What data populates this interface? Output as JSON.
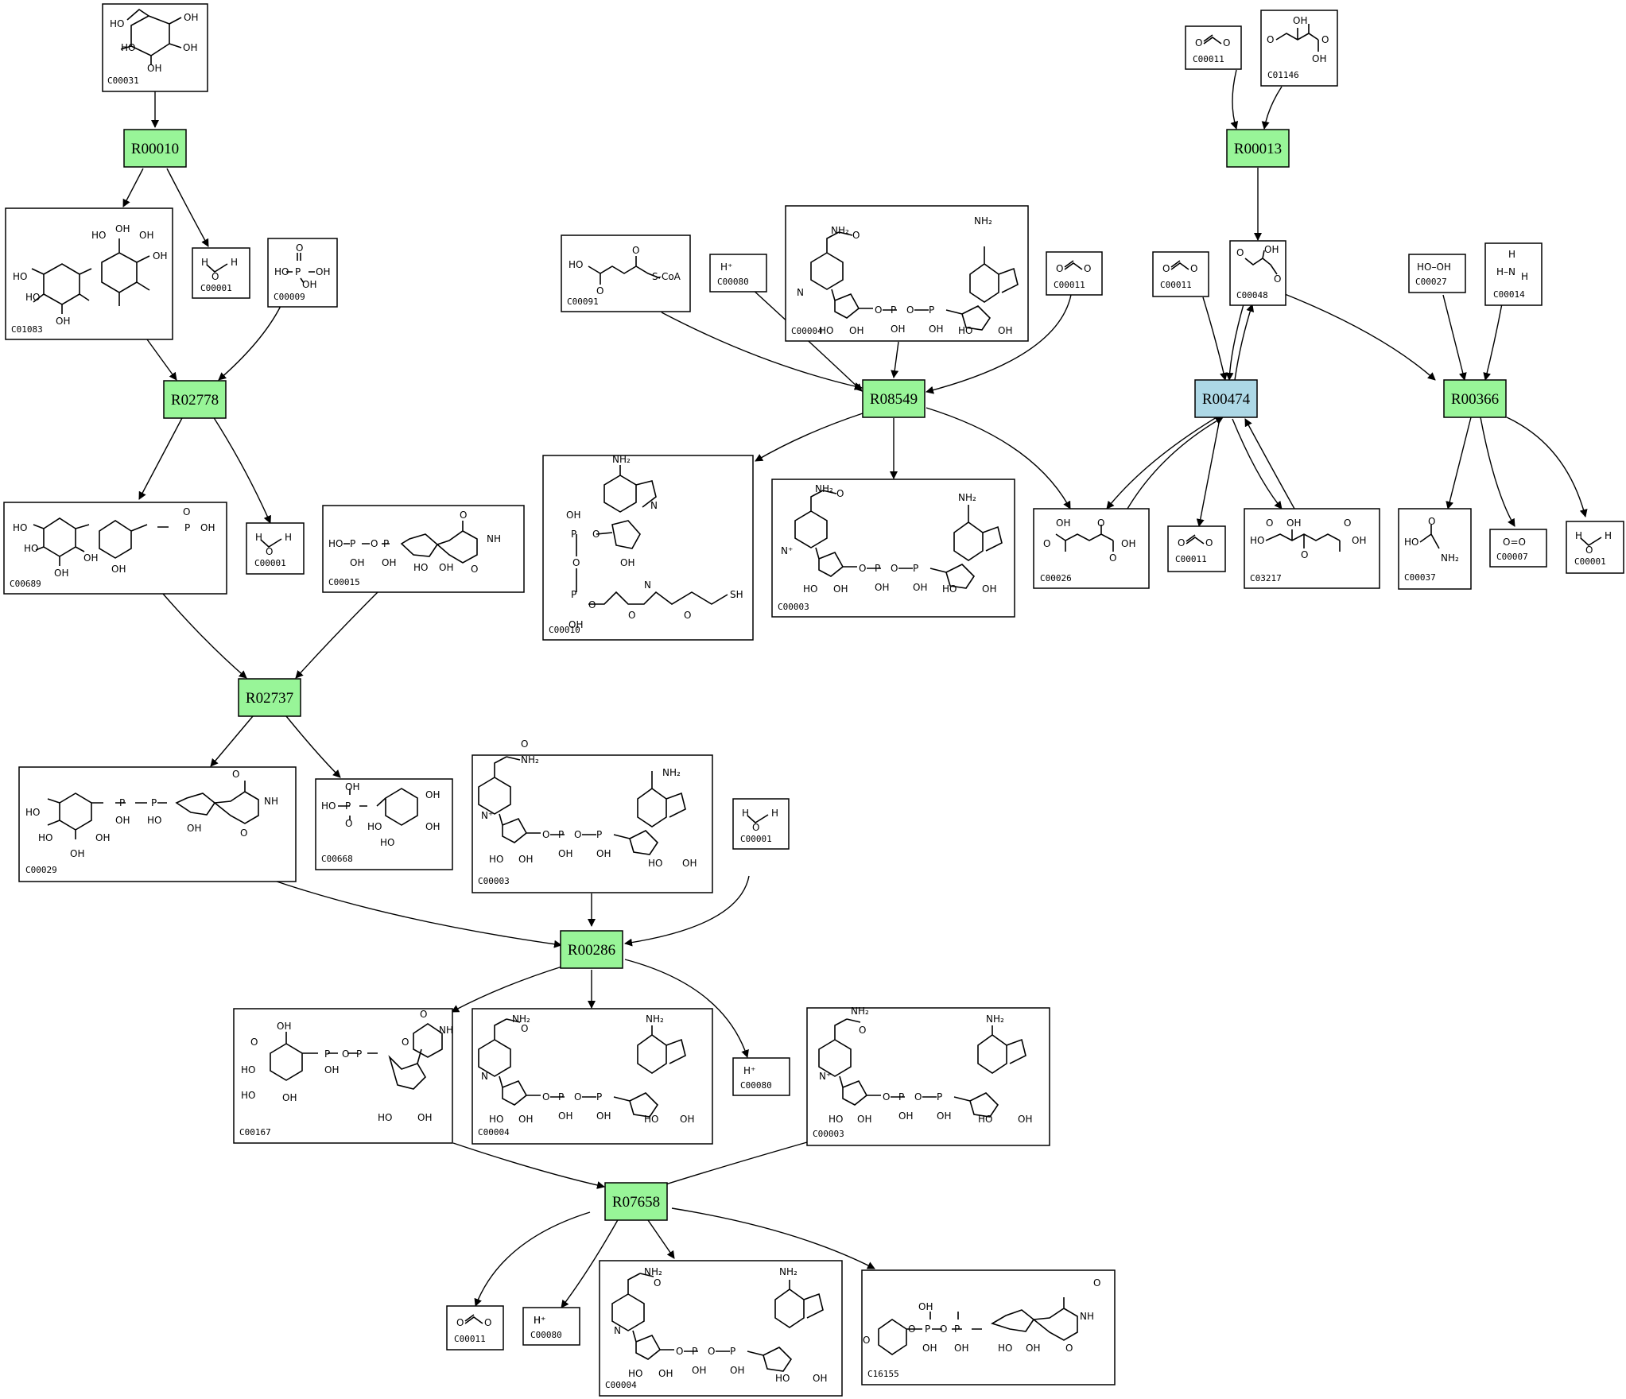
{
  "colors": {
    "reaction_default": "#98f598",
    "reaction_highlight": "#add8e6",
    "stroke": "#000000",
    "background": "#ffffff"
  },
  "reactions": [
    {
      "id": "R00010",
      "highlight": false
    },
    {
      "id": "R00013",
      "highlight": false
    },
    {
      "id": "R02778",
      "highlight": false
    },
    {
      "id": "R08549",
      "highlight": false
    },
    {
      "id": "R00474",
      "highlight": true
    },
    {
      "id": "R00366",
      "highlight": false
    },
    {
      "id": "R02737",
      "highlight": false
    },
    {
      "id": "R00286",
      "highlight": false
    },
    {
      "id": "R07658",
      "highlight": false
    }
  ],
  "compounds": [
    {
      "id": "C00031",
      "labels": [
        "HO",
        "OH",
        "HO",
        "OH",
        "OH"
      ]
    },
    {
      "id": "C00011",
      "labels": [
        "O",
        "O"
      ]
    },
    {
      "id": "C01146",
      "labels": [
        "OH",
        "O",
        "OH",
        "O"
      ]
    },
    {
      "id": "C01083",
      "labels": [
        "OH",
        "HO",
        "OH",
        "HO",
        "OH",
        "HO",
        "OH"
      ]
    },
    {
      "id": "C00001",
      "labels": [
        "H",
        "O",
        "H"
      ]
    },
    {
      "id": "C00009",
      "labels": [
        "O",
        "P",
        "HO",
        "OH",
        "OH"
      ]
    },
    {
      "id": "C00091",
      "labels": [
        "HO",
        "O",
        "O",
        "S-CoA"
      ]
    },
    {
      "id": "C00080",
      "labels": [
        "H⁺"
      ]
    },
    {
      "id": "C00004",
      "labels": [
        "NH₂",
        "O",
        "N",
        "O",
        "P",
        "O",
        "P",
        "OH",
        "OH",
        "HO",
        "OH",
        "HO",
        "OH",
        "NH₂"
      ]
    },
    {
      "id": "C00048",
      "labels": [
        "O",
        "OH",
        "O"
      ]
    },
    {
      "id": "C00027",
      "labels": [
        "HO–OH"
      ]
    },
    {
      "id": "C00014",
      "labels": [
        "H",
        "H–N",
        "H"
      ]
    },
    {
      "id": "C00689",
      "labels": [
        "HO",
        "HO",
        "OH",
        "OH",
        "OH",
        "P",
        "OH",
        "O"
      ]
    },
    {
      "id": "C00015",
      "labels": [
        "HO",
        "P",
        "O",
        "P",
        "OH",
        "OH",
        "HO",
        "OH",
        "O",
        "NH",
        "O"
      ]
    },
    {
      "id": "C00010",
      "labels": [
        "NH₂",
        "N",
        "O",
        "P",
        "O",
        "OH",
        "P",
        "O",
        "OH",
        "OH",
        "N",
        "SH",
        "O",
        "O"
      ]
    },
    {
      "id": "C00003",
      "labels": [
        "NH₂",
        "O",
        "N⁺",
        "O",
        "P",
        "O",
        "P",
        "OH",
        "OH",
        "HO",
        "OH",
        "HO",
        "OH",
        "NH₂"
      ]
    },
    {
      "id": "C00026",
      "labels": [
        "OH",
        "O",
        "O",
        "OH",
        "O"
      ]
    },
    {
      "id": "C03217",
      "labels": [
        "HO",
        "OH",
        "O",
        "O",
        "OH",
        "O"
      ]
    },
    {
      "id": "C00037",
      "labels": [
        "HO",
        "O",
        "NH₂"
      ]
    },
    {
      "id": "C00007",
      "labels": [
        "O=O"
      ]
    },
    {
      "id": "C00029",
      "labels": [
        "HO",
        "HO",
        "OH",
        "OH",
        "P",
        "OH",
        "P",
        "HO",
        "OH",
        "O",
        "NH",
        "O"
      ]
    },
    {
      "id": "C00668",
      "labels": [
        "HO",
        "P",
        "O",
        "OH",
        "HO",
        "OH",
        "HO",
        "OH"
      ]
    },
    {
      "id": "C00167",
      "labels": [
        "OH",
        "O",
        "HO",
        "P",
        "O",
        "P",
        "OH",
        "HO",
        "OH",
        "HO",
        "OH",
        "O",
        "NH",
        "O"
      ]
    },
    {
      "id": "C16155",
      "labels": [
        "OH",
        "O",
        "P",
        "O",
        "P",
        "O",
        "OH",
        "OH",
        "HO",
        "OH",
        "O",
        "NH",
        "O"
      ]
    }
  ]
}
